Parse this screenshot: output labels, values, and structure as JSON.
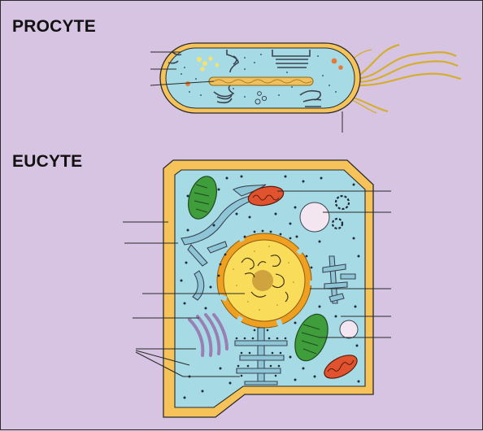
{
  "headings": {
    "procyte": "PROCYTE",
    "eucyte": "EUCYTE"
  },
  "colors": {
    "background": "#d7c4e2",
    "cell_wall": "#f6c35a",
    "cytoplasm": "#a6dbe6",
    "nucleus": "#f8dc5a",
    "nuclear_envelope": "#f0a020",
    "chloroplast": "#3f9d3c",
    "mitochondrion": "#e0532e",
    "vacuole": "#f3e6f1",
    "membrane_outline": "#2a2a2a"
  },
  "icons": {
    "procyte": "bacterium-cell-illustration",
    "eucyte": "plant-cell-illustration"
  }
}
